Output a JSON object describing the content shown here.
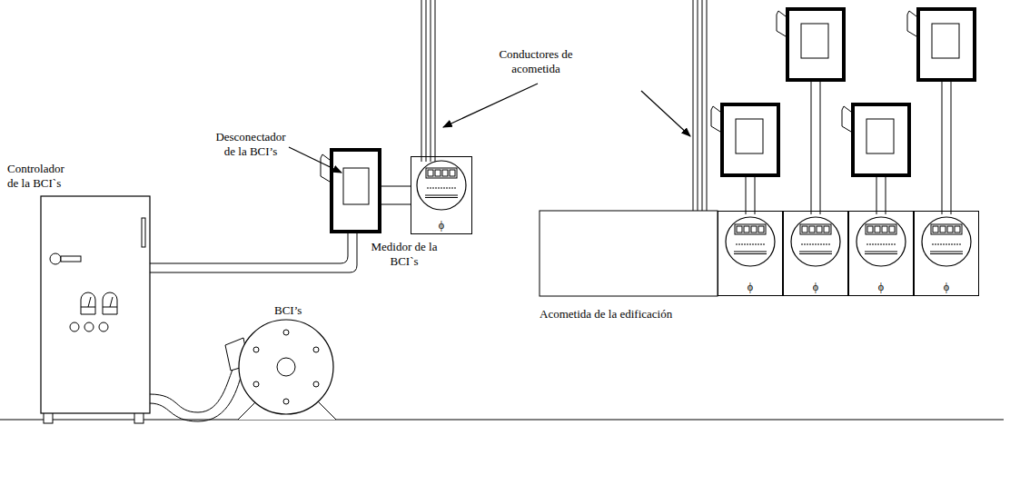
{
  "diagram": {
    "nodes": [
      {
        "text": [
          "ϕ"
        ]
      },
      {
        "text": [
          "ϕ"
        ]
      },
      {
        "text": [
          "ϕ"
        ]
      },
      {
        "text": [
          "ϕ"
        ]
      },
      {
        "text": [
          "ϕ"
        ]
      }
    ],
    "labels": [
      "Controlador de la BCI`s",
      "Desconectador de la BCI’s",
      "Conductores de acometida",
      "Medidor de la BCI`s",
      "BCI’s",
      "Acometida de la edificación"
    ]
  }
}
